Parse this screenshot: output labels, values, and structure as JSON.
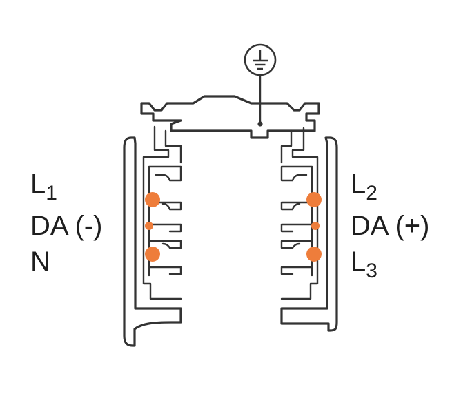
{
  "labels_left": [
    {
      "main": "L",
      "sub": "1"
    },
    {
      "main": "DA (-)",
      "sub": ""
    },
    {
      "main": "N",
      "sub": ""
    }
  ],
  "labels_right": [
    {
      "main": "L",
      "sub": "2"
    },
    {
      "main": "DA (+)",
      "sub": ""
    },
    {
      "main": "L",
      "sub": "3"
    }
  ],
  "icons": {
    "ground": "ground-symbol-icon"
  },
  "colors": {
    "conductor": "#ee7d3b",
    "line": "#333333",
    "text": "#1e1e1e"
  }
}
